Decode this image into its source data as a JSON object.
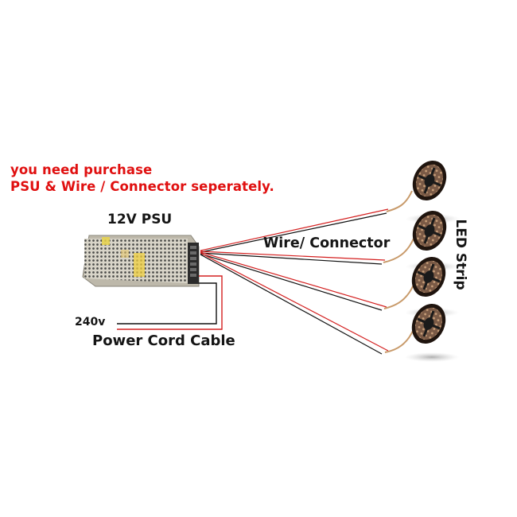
{
  "note": {
    "line1": "you need purchase",
    "line2": "PSU & Wire / Connector seperately."
  },
  "psu": {
    "title": "12V PSU",
    "icon": "power-supply-unit"
  },
  "wire": {
    "label": "Wire/ Connector"
  },
  "power": {
    "voltage": "240v",
    "label": "Power Cord Cable"
  },
  "led": {
    "label": "LED Strip",
    "reel_count": 4,
    "icon": "led-strip-reel"
  },
  "colors": {
    "note_text": "#e01010",
    "wire_red": "#d42020",
    "wire_black": "#111111",
    "reel_dark": "#2a1a12",
    "reel_led": "#8a6a52"
  }
}
